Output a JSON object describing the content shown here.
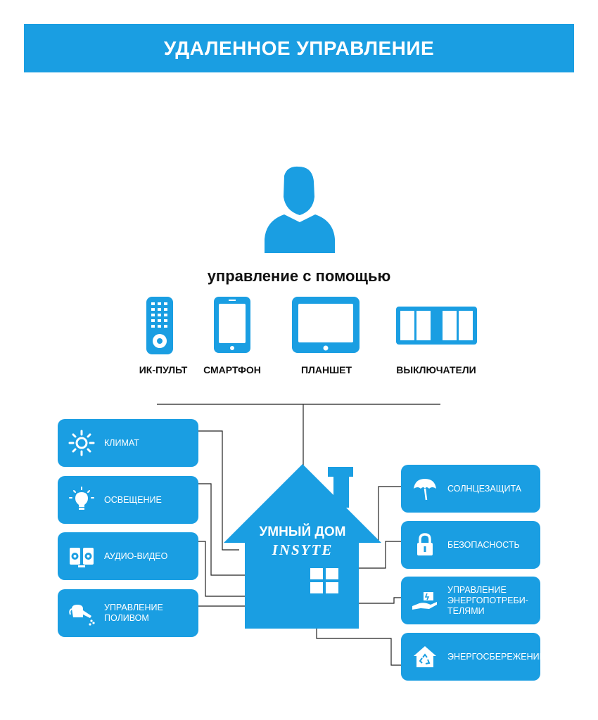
{
  "header": {
    "title": "УДАЛЕННОЕ УПРАВЛЕНИЕ"
  },
  "control": {
    "subtitle": "управление с помощью"
  },
  "devices": [
    {
      "label": "ИК-ПУЛЬТ",
      "icon": "remote-control-icon"
    },
    {
      "label": "СМАРТФОН",
      "icon": "smartphone-icon"
    },
    {
      "label": "ПЛАНШЕТ",
      "icon": "tablet-icon"
    },
    {
      "label": "ВЫКЛЮЧАТЕЛИ",
      "icon": "wall-switch-icon"
    }
  ],
  "house": {
    "line1": "УМНЫЙ ДОМ",
    "line2": "INSYTE"
  },
  "left_features": [
    {
      "label": "КЛИМАТ",
      "icon": "sun-icon"
    },
    {
      "label": "ОСВЕЩЕНИЕ",
      "icon": "light-bulb-icon"
    },
    {
      "label": "АУДИО-ВИДЕО",
      "icon": "speakers-icon"
    },
    {
      "label": "УПРАВЛЕНИЕ\nПОЛИВОМ",
      "icon": "watering-can-icon"
    }
  ],
  "right_features": [
    {
      "label": "СОЛНЦЕЗАЩИТА",
      "icon": "umbrella-icon"
    },
    {
      "label": "БЕЗОПАСНОСТЬ",
      "icon": "padlock-icon"
    },
    {
      "label": "УПРАВЛЕНИЕ\nЭНЕРГОПОТРЕБИ-\nТЕЛЯМИ",
      "icon": "hand-energy-icon"
    },
    {
      "label": "ЭНЕРГОСБЕРЕЖЕНИЕ",
      "icon": "eco-house-icon"
    }
  ],
  "colors": {
    "accent": "#1a9ee2",
    "text": "#111111",
    "line": "#222222"
  }
}
